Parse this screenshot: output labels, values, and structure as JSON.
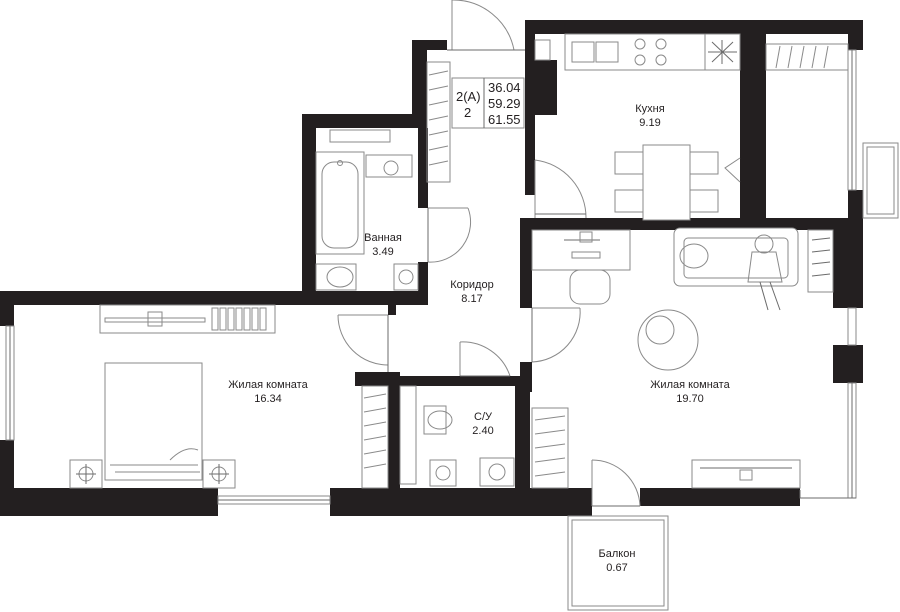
{
  "apartment": {
    "type_code": "2(A)",
    "rooms_count": "2",
    "areas": [
      "36.04",
      "59.29",
      "61.55"
    ]
  },
  "rooms": {
    "kitchen": {
      "name": "Кухня",
      "area": "9.19"
    },
    "bathroom": {
      "name": "Ванная",
      "area": "3.49"
    },
    "corridor": {
      "name": "Коридор",
      "area": "8.17"
    },
    "living_left": {
      "name": "Жилая комната",
      "area": "16.34"
    },
    "living_right": {
      "name": "Жилая комната",
      "area": "19.70"
    },
    "wc": {
      "name": "С/У",
      "area": "2.40"
    },
    "balcony": {
      "name": "Балкон",
      "area": "0.67"
    }
  },
  "colors": {
    "wall": "#231f20",
    "line": "#8a8a8a",
    "background": "#ffffff"
  }
}
